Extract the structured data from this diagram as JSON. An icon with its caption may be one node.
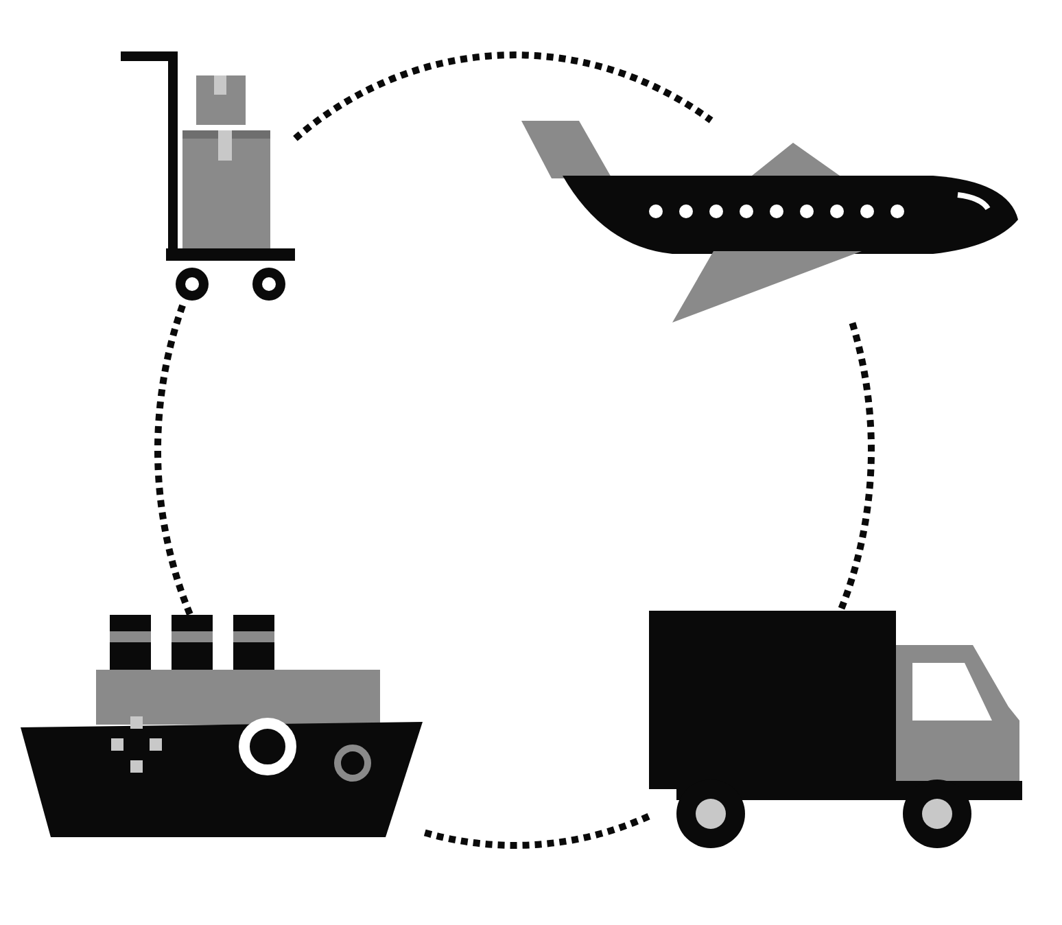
{
  "diagram": {
    "nodes": [
      {
        "text": [],
        "shape": "picture"
      },
      {
        "text": [],
        "shape": "picture"
      },
      {
        "text": [],
        "shape": "picture"
      },
      {
        "text": [],
        "shape": "picture"
      }
    ],
    "edges": [
      {
        "from": 0,
        "to": 1,
        "arrow": "none",
        "style": "dashed"
      },
      {
        "from": 1,
        "to": 3,
        "arrow": "none",
        "style": "dashed"
      },
      {
        "from": 3,
        "to": 2,
        "arrow": "none",
        "style": "dashed"
      },
      {
        "from": 2,
        "to": 0,
        "arrow": "none",
        "style": "dashed"
      }
    ]
  }
}
